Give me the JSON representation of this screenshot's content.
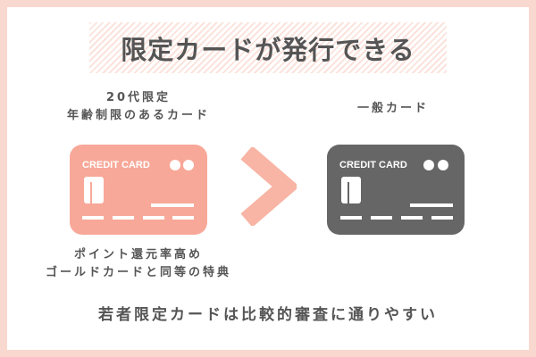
{
  "title": "限定カードが発行できる",
  "left": {
    "line1": "20代限定",
    "line2": "年齢制限のあるカード",
    "card_label": "CREDIT CARD",
    "benefit1": "ポイント還元率高め",
    "benefit2": "ゴールドカードと同等の特典",
    "color": "#f8a898"
  },
  "right": {
    "line1": "一般カード",
    "card_label": "CREDIT CARD",
    "color": "#666666"
  },
  "arrow": {
    "icon": "chevron-right-icon",
    "color": "#f8b4a4"
  },
  "footer": "若者限定カードは比較的審査に通りやすい"
}
